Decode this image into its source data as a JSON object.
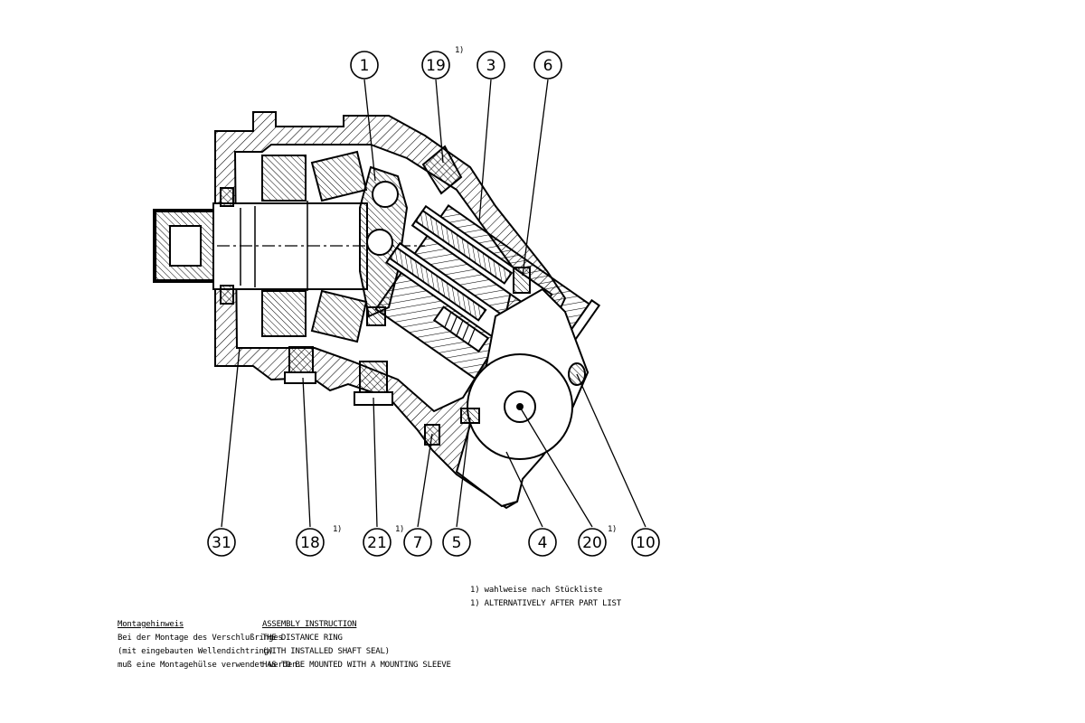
{
  "callouts": [
    {
      "id": "1",
      "footnote": ""
    },
    {
      "id": "19",
      "footnote": "1)"
    },
    {
      "id": "3",
      "footnote": ""
    },
    {
      "id": "6",
      "footnote": ""
    },
    {
      "id": "31",
      "footnote": ""
    },
    {
      "id": "18",
      "footnote": "1)"
    },
    {
      "id": "21",
      "footnote": "1)"
    },
    {
      "id": "7",
      "footnote": ""
    },
    {
      "id": "5",
      "footnote": ""
    },
    {
      "id": "4",
      "footnote": ""
    },
    {
      "id": "20",
      "footnote": "1)"
    },
    {
      "id": "10",
      "footnote": ""
    }
  ],
  "footnote_lines": [
    "1) wahlweise nach Stückliste",
    "1) ALTERNATIVELY AFTER PART LIST"
  ],
  "assembly_de": {
    "title": "Montagehinweis",
    "lines": [
      "Bei der Montage des Verschlußringes",
      "(mit eingebauten Wellendichtring)",
      "muß eine Montagehülse verwendet werden."
    ]
  },
  "assembly_en": {
    "title": "ASSEMBLY INSTRUCTION",
    "lines": [
      "THE DISTANCE RING",
      "(WITH INSTALLED SHAFT SEAL)",
      "HAS TO BE MOUNTED WITH A MOUNTING SLEEVE"
    ]
  }
}
